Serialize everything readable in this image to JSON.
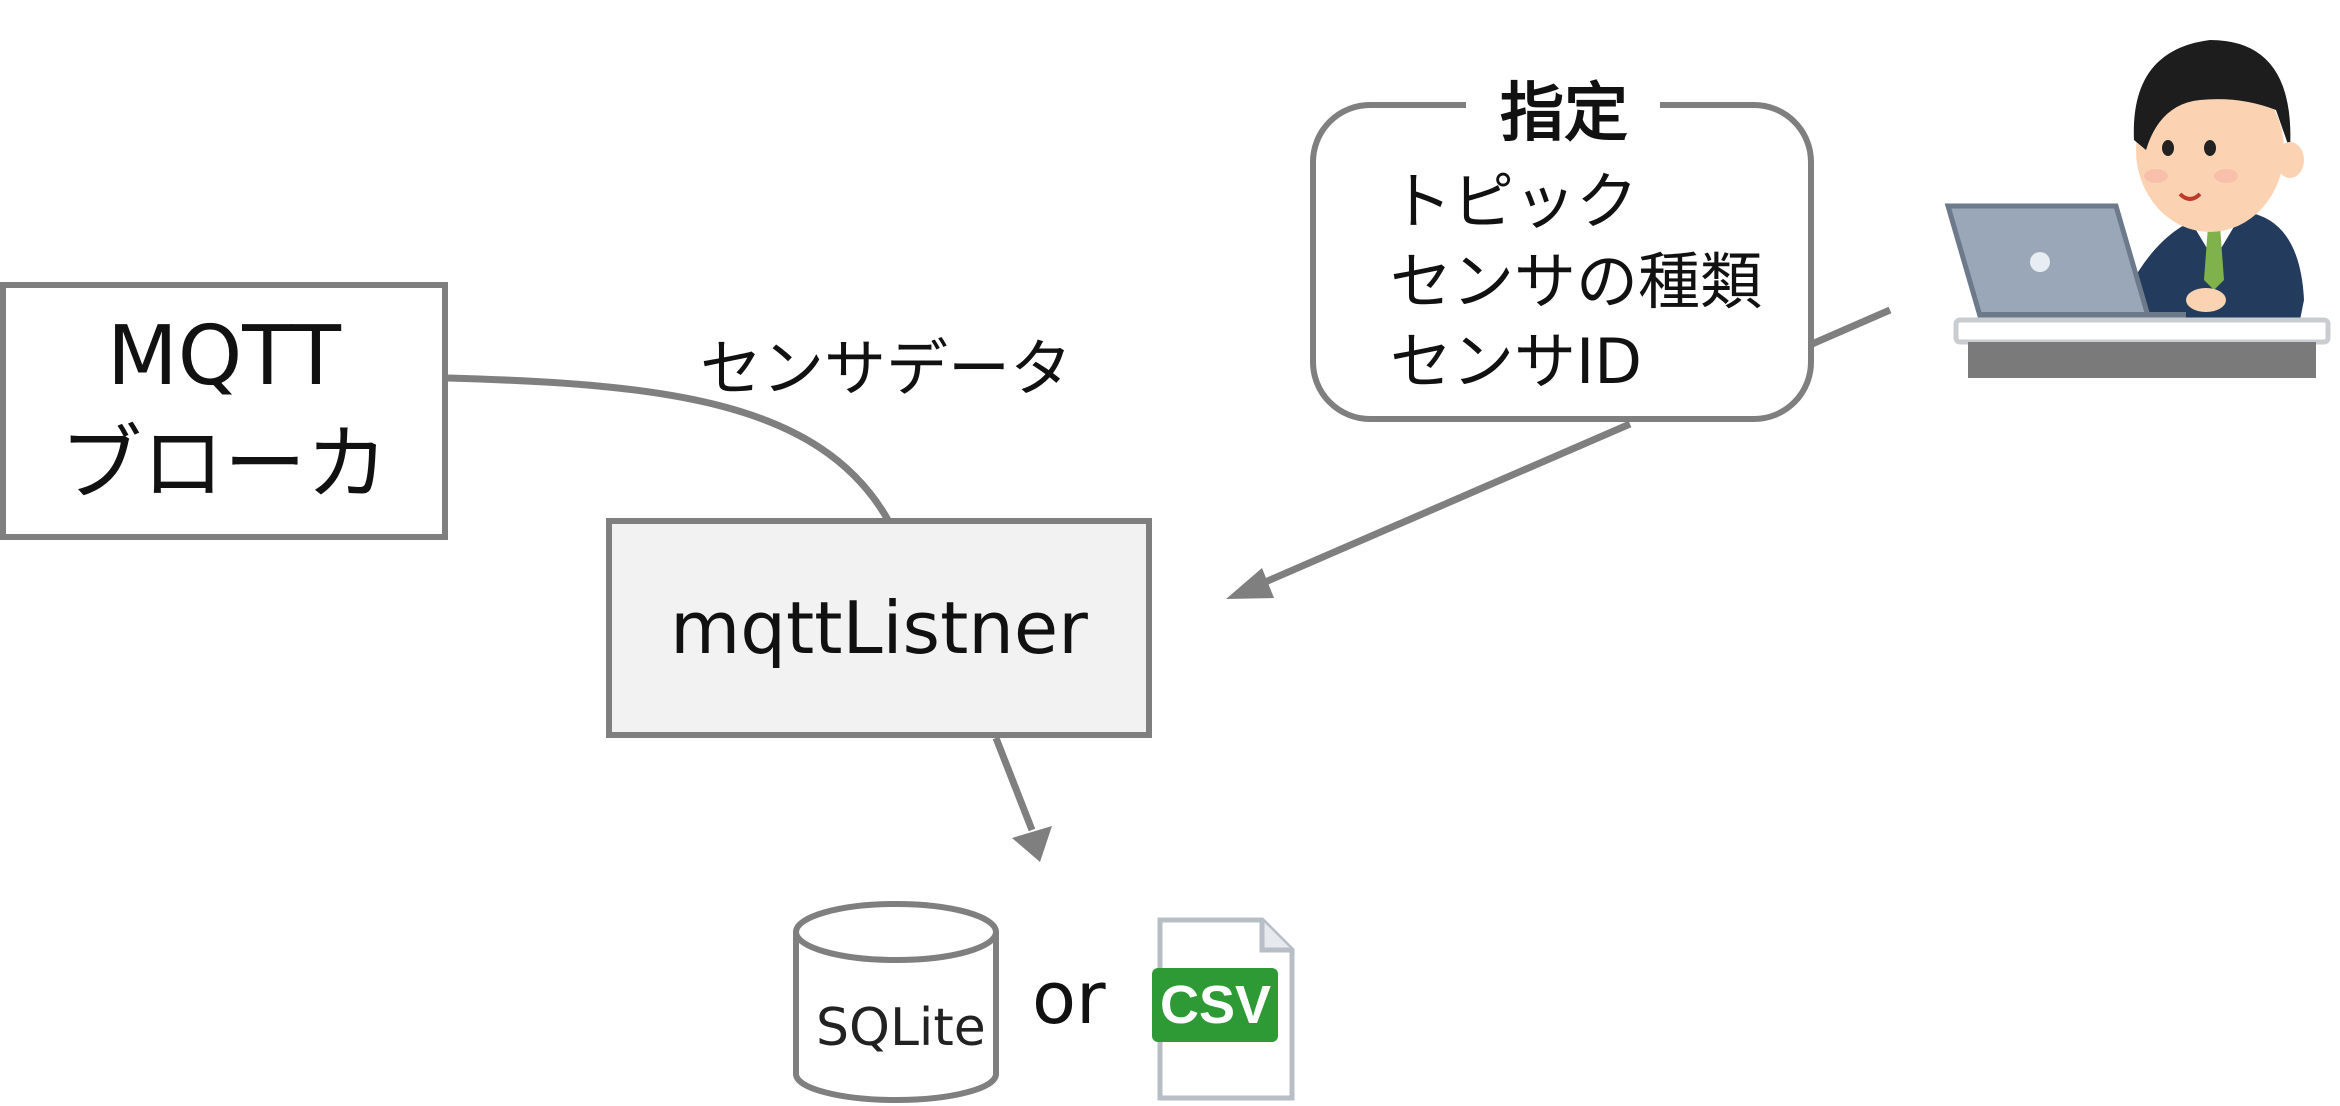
{
  "broker": {
    "lines": [
      "MQTT",
      "ブローカ"
    ]
  },
  "listener": {
    "label": "mqttListner"
  },
  "data_flow": {
    "label": "センサデータ"
  },
  "spec_bubble": {
    "title": "指定",
    "items": [
      "トピック",
      "センサの種類",
      "センサID"
    ]
  },
  "storage": {
    "db_label": "SQLite",
    "or_label": "or",
    "file_label": "CSV"
  },
  "colors": {
    "line": "#7f7f7f",
    "csv_green": "#2e9a36",
    "listener_fill": "#f2f2f2"
  }
}
